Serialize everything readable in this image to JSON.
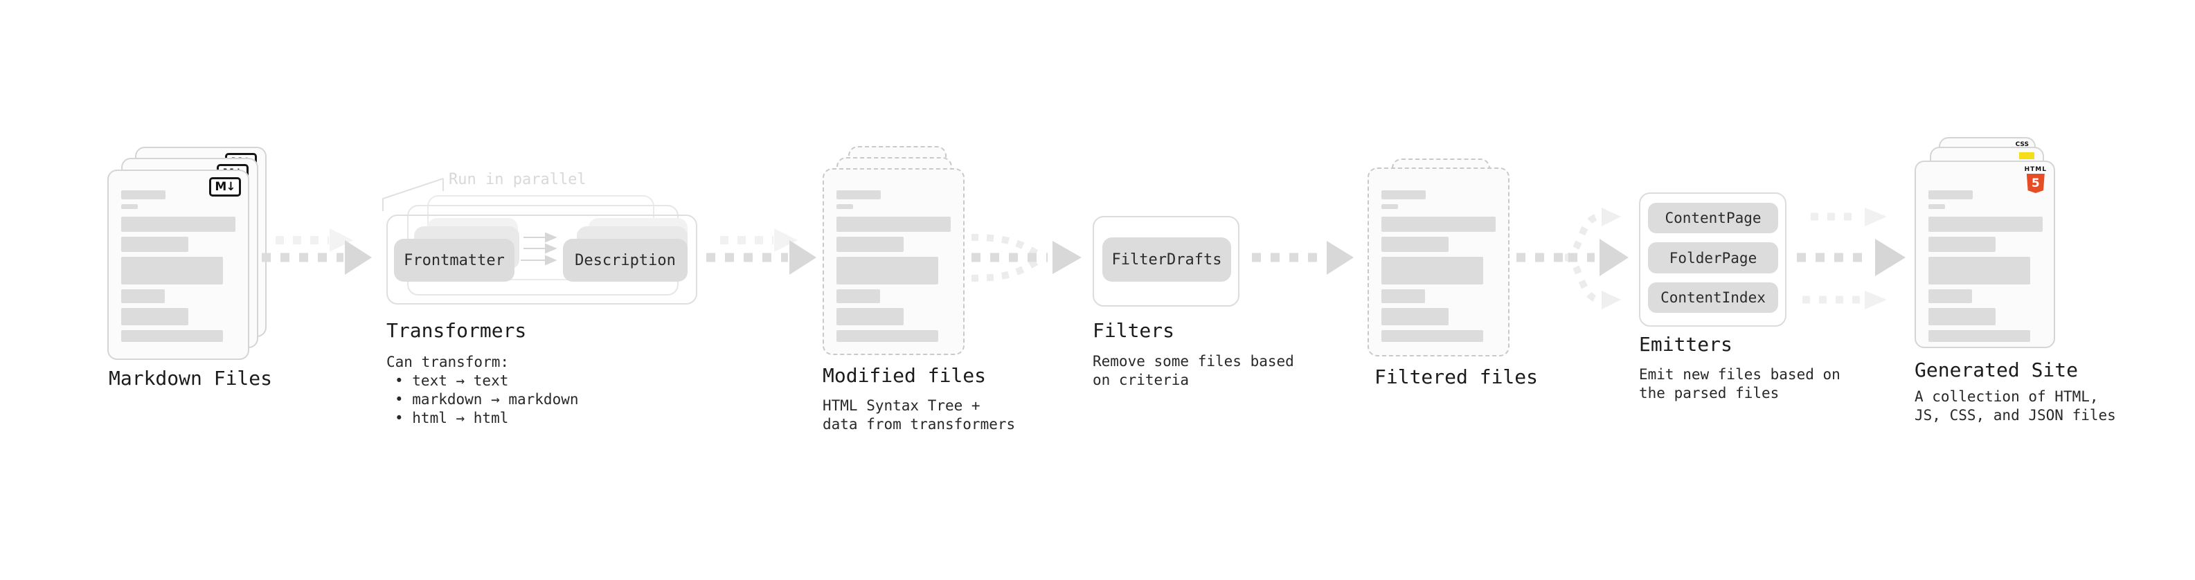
{
  "stages": {
    "markdown": {
      "title": "Markdown Files"
    },
    "transformers": {
      "title": "Transformers",
      "annotation": "Run in parallel",
      "pill_left": "Frontmatter",
      "pill_right": "Description",
      "intro": "Can transform:",
      "bullets": [
        "• text → text",
        "• markdown → markdown",
        "• html → html"
      ]
    },
    "modified": {
      "title": "Modified files",
      "subtitle1": "HTML Syntax Tree +",
      "subtitle2": "data from transformers"
    },
    "filters": {
      "title": "Filters",
      "pill": "FilterDrafts",
      "subtitle1": "Remove some files based",
      "subtitle2": "on criteria"
    },
    "filtered": {
      "title": "Filtered files"
    },
    "emitters": {
      "title": "Emitters",
      "pills": [
        "ContentPage",
        "FolderPage",
        "ContentIndex"
      ],
      "subtitle1": "Emit new files based on",
      "subtitle2": "the parsed files"
    },
    "generated": {
      "title": "Generated Site",
      "subtitle1": "A collection of HTML,",
      "subtitle2": "JS, CSS, and JSON files",
      "badges": {
        "html_label": "HTML",
        "html_number": "5",
        "css_label": "CSS"
      }
    }
  },
  "icons": {
    "markdown_badge": "M↓"
  },
  "colors": {
    "html5_orange": "#e44d26",
    "js_yellow": "#f5de19",
    "css_blue": "#2965f1",
    "arrow_gray": "#d8d8d8",
    "arrow_faint": "#efefef",
    "skeleton_gray": "#dcdcdc"
  }
}
